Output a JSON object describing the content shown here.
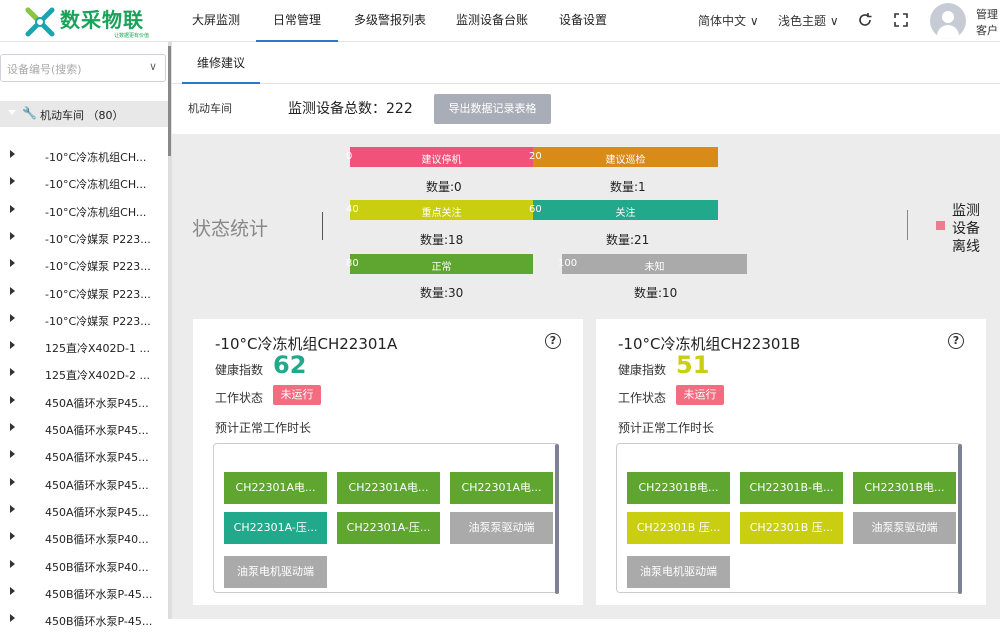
{
  "header": {
    "logo_text": "数采物联",
    "logo_sub": "让数据更有价值",
    "nav": [
      "大屏监测",
      "日常管理",
      "多级警报列表",
      "监测设备台账",
      "设备设置"
    ],
    "active_nav": 1,
    "language": "简体中文 ∨",
    "theme": "浅色主题 ∨",
    "user_line1": "管理",
    "user_line2": "客户",
    "refresh_icon": "refresh-icon",
    "fullscreen_icon": "fullscreen-icon"
  },
  "sidebar": {
    "search_placeholder": "设备编号(搜索)",
    "root_label": "机动车间 （80）",
    "items": [
      "-10°C冷冻机组CH...",
      "-10°C冷冻机组CH...",
      "-10°C冷冻机组CH...",
      "-10°C冷媒泵 P223...",
      "-10°C冷媒泵 P223...",
      "-10°C冷媒泵 P223...",
      "-10°C冷媒泵 P223...",
      "125直冷X402D-1 ...",
      "125直冷X402D-2 ...",
      "450A循环水泵P45...",
      "450A循环水泵P45...",
      "450A循环水泵P45...",
      "450A循环水泵P45...",
      "450A循环水泵P45...",
      "450B循环水泵P40...",
      "450B循环水泵P40...",
      "450B循环水泵P-45...",
      "450B循环水泵P-45..."
    ]
  },
  "main": {
    "tab": "维修建议",
    "location": "机动车间",
    "total": "监测设备总数：222",
    "export": "导出数据记录表格",
    "stat_title": "状态统计",
    "bars": [
      {
        "threshold": "0",
        "label": "建议停机",
        "color": "#f0527a",
        "count": "数量:0"
      },
      {
        "threshold": "20",
        "label": "建议巡检",
        "color": "#d98a19",
        "count": "数量:1"
      },
      {
        "threshold": "40",
        "label": "重点关注",
        "color": "#c9cf10",
        "count": "数量:18"
      },
      {
        "threshold": "60",
        "label": "关注",
        "color": "#22a88a",
        "count": "数量:21"
      },
      {
        "threshold": "80",
        "label": "正常",
        "color": "#5ea62f",
        "count": "数量:30"
      },
      {
        "threshold": "100",
        "label": "未知",
        "color": "#aaaaaa",
        "count": "数量:10"
      }
    ],
    "legend": [
      "监测",
      "设备",
      "离线"
    ]
  },
  "cards": [
    {
      "title": "-10°C冷冻机组CH22301A",
      "health_label": "健康指数",
      "health_value": "62",
      "health_color": "#22a88a",
      "work_label": "工作状态",
      "work_status": "未运行",
      "est_label": "预计正常工作时长",
      "chips": [
        {
          "text": "CH22301A电...",
          "color": "#5ea62f"
        },
        {
          "text": "CH22301A电...",
          "color": "#5ea62f"
        },
        {
          "text": "CH22301A电...",
          "color": "#5ea62f"
        },
        {
          "text": "CH22301A-压...",
          "color": "#22a88a"
        },
        {
          "text": "CH22301A-压...",
          "color": "#5ea62f"
        },
        {
          "text": "油泵泵驱动端",
          "color": "#aaaaaa"
        },
        {
          "text": "油泵电机驱动端",
          "color": "#aaaaaa"
        }
      ]
    },
    {
      "title": "-10°C冷冻机组CH22301B",
      "health_label": "健康指数",
      "health_value": "51",
      "health_color": "#c9cf10",
      "work_label": "工作状态",
      "work_status": "未运行",
      "est_label": "预计正常工作时长",
      "chips": [
        {
          "text": "CH22301B电...",
          "color": "#5ea62f"
        },
        {
          "text": "CH22301B-电...",
          "color": "#5ea62f"
        },
        {
          "text": "CH22301B电...",
          "color": "#5ea62f"
        },
        {
          "text": "CH22301B 压...",
          "color": "#c9cf10"
        },
        {
          "text": "CH22301B 压...",
          "color": "#c9cf10"
        },
        {
          "text": "油泵泵驱动端",
          "color": "#aaaaaa"
        },
        {
          "text": "油泵电机驱动端",
          "color": "#aaaaaa"
        }
      ]
    }
  ]
}
